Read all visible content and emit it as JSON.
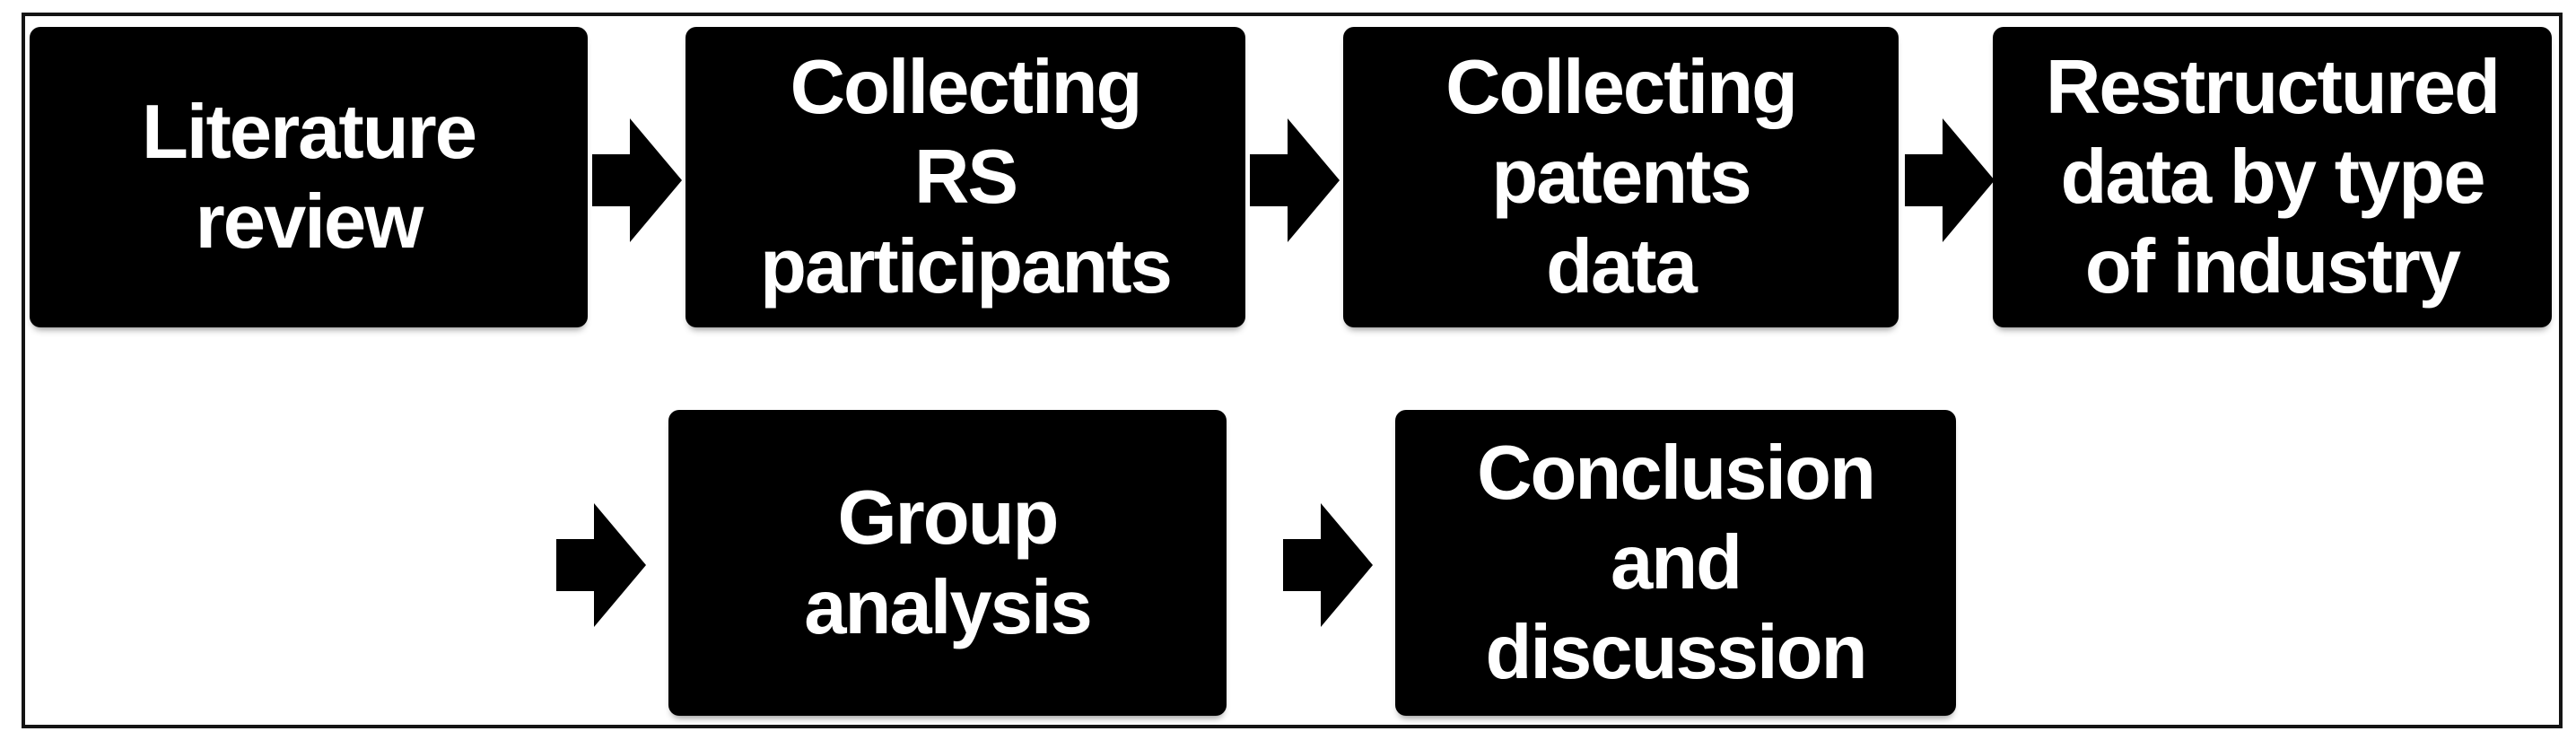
{
  "colors": {
    "background": "#ffffff",
    "frame_border": "#141414",
    "box_fill": "#000000",
    "box_text": "#ffffff",
    "arrow_fill": "#000000"
  },
  "flow": {
    "steps": [
      {
        "label": "Literature review",
        "lines": [
          "Literature",
          "review"
        ]
      },
      {
        "label": "Collecting RS participants",
        "lines": [
          "Collecting",
          "RS",
          "participants"
        ]
      },
      {
        "label": "Collecting patents data",
        "lines": [
          "Collecting",
          "patents",
          "data"
        ]
      },
      {
        "label": "Restructured data by type of industry",
        "lines": [
          "Restructured",
          "data by type",
          "of industry"
        ]
      },
      {
        "label": "Group analysis",
        "lines": [
          "Group",
          "analysis"
        ]
      },
      {
        "label": "Conclusion and discussion",
        "lines": [
          "Conclusion",
          "and",
          "discussion"
        ]
      }
    ],
    "connector": {
      "icon": "right-block-arrow",
      "count": 5
    }
  }
}
